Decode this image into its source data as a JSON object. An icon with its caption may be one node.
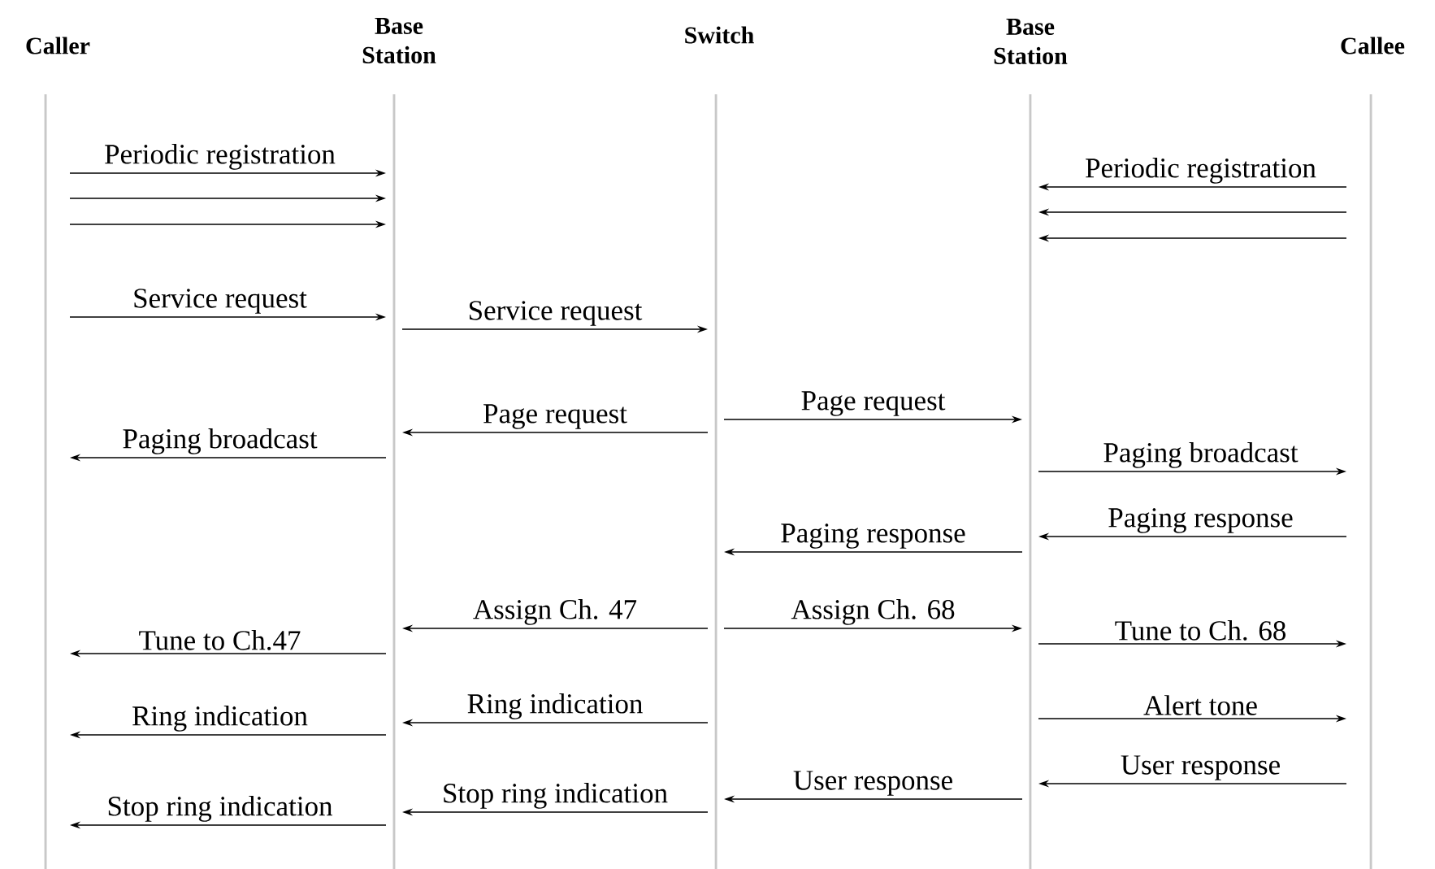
{
  "diagram": {
    "nodes": [
      {
        "text": [
          "Caller"
        ]
      },
      {
        "text": [
          "Base Station"
        ]
      },
      {
        "text": [
          "Switch"
        ]
      },
      {
        "text": [
          "Base Station"
        ]
      },
      {
        "text": [
          "Callee"
        ]
      }
    ],
    "edges": [
      {
        "from": 0,
        "to": 1,
        "arrow": "to",
        "label": "Periodic registration"
      },
      {
        "from": 4,
        "to": 3,
        "arrow": "to",
        "label": "Periodic registration"
      },
      {
        "from": 0,
        "to": 1,
        "arrow": "to"
      },
      {
        "from": 4,
        "to": 3,
        "arrow": "to"
      },
      {
        "from": 0,
        "to": 1,
        "arrow": "to"
      },
      {
        "from": 4,
        "to": 3,
        "arrow": "to"
      },
      {
        "from": 0,
        "to": 1,
        "arrow": "to",
        "label": "Service request"
      },
      {
        "from": 1,
        "to": 2,
        "arrow": "to",
        "label": "Service request"
      },
      {
        "from": 2,
        "to": 3,
        "arrow": "to",
        "label": "Page request"
      },
      {
        "from": 2,
        "to": 1,
        "arrow": "to",
        "label": "Page request"
      },
      {
        "from": 1,
        "to": 0,
        "arrow": "to",
        "label": "Paging broadcast"
      },
      {
        "from": 3,
        "to": 4,
        "arrow": "to",
        "label": "Paging broadcast"
      },
      {
        "from": 4,
        "to": 3,
        "arrow": "to",
        "label": "Paging response"
      },
      {
        "from": 3,
        "to": 2,
        "arrow": "to",
        "label": "Paging response"
      },
      {
        "from": 2,
        "to": 1,
        "arrow": "to",
        "label": "Assign Ch. 47"
      },
      {
        "from": 2,
        "to": 3,
        "arrow": "to",
        "label": "Assign Ch. 68"
      },
      {
        "from": 3,
        "to": 4,
        "arrow": "to",
        "label": "Tune to Ch. 68"
      },
      {
        "from": 1,
        "to": 0,
        "arrow": "to",
        "label": "Tune to Ch.47"
      },
      {
        "from": 3,
        "to": 4,
        "arrow": "to",
        "label": "Alert tone"
      },
      {
        "from": 2,
        "to": 1,
        "arrow": "to",
        "label": "Ring indication"
      },
      {
        "from": 1,
        "to": 0,
        "arrow": "to",
        "label": "Ring indication"
      },
      {
        "from": 4,
        "to": 3,
        "arrow": "to",
        "label": "User response"
      },
      {
        "from": 3,
        "to": 2,
        "arrow": "to",
        "label": "User response"
      },
      {
        "from": 2,
        "to": 1,
        "arrow": "to",
        "label": "Stop ring indication"
      },
      {
        "from": 1,
        "to": 0,
        "arrow": "to",
        "label": "Stop ring indication"
      }
    ]
  }
}
